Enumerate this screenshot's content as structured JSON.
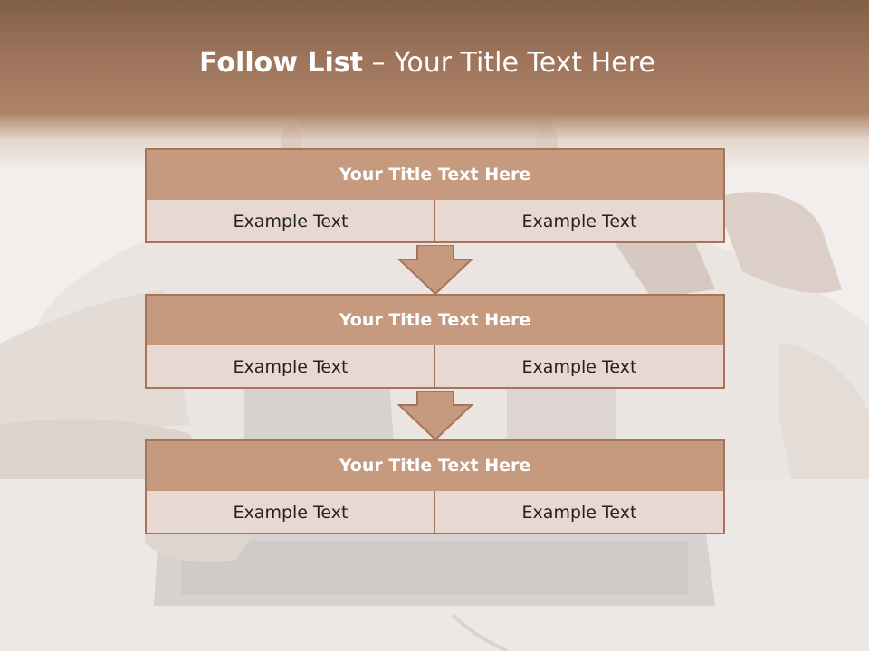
{
  "slide": {
    "title_strong": "Follow List",
    "title_rest": "– Your Title Text Here"
  },
  "blocks": [
    {
      "title": "Your Title Text Here",
      "cells": [
        "Example Text",
        "Example Text"
      ]
    },
    {
      "title": "Your Title Text Here",
      "cells": [
        "Example Text",
        "Example Text"
      ]
    },
    {
      "title": "Your Title Text Here",
      "cells": [
        "Example Text",
        "Example Text"
      ]
    }
  ],
  "colors": {
    "header_band": "#9c735a",
    "block_header_fill": "#c59a7f",
    "block_border": "#a8735a",
    "cell_fill": "#e7d8d2",
    "arrow_fill": "#c59a7f"
  },
  "icons": {
    "connector": "down-arrow-icon"
  }
}
